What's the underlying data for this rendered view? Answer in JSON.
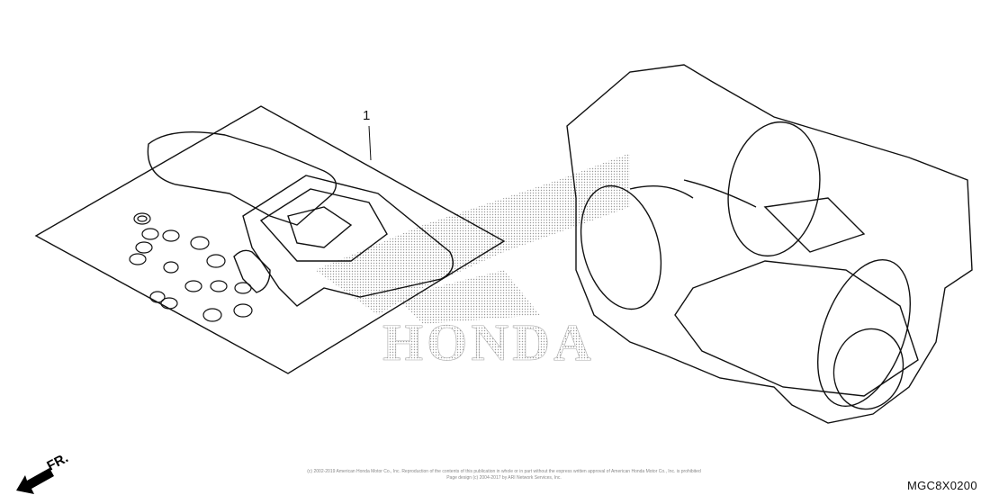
{
  "diagram": {
    "callouts": [
      {
        "number": "1"
      }
    ],
    "watermark": "HONDA",
    "direction_label": "FR.",
    "part_code": "MGC8X0200",
    "copyright": {
      "line1": "(c) 2002-2019 American Honda Motor Co., Inc. Reproduction of the contents of this publication in whole or in part without the express written approval of American Honda Motor Co., Inc. is prohibited",
      "line2": "Page design (c) 2004-2017 by ARI Network Services, Inc."
    },
    "colors": {
      "line": "#111111",
      "watermark": "#9a9a9a"
    }
  }
}
